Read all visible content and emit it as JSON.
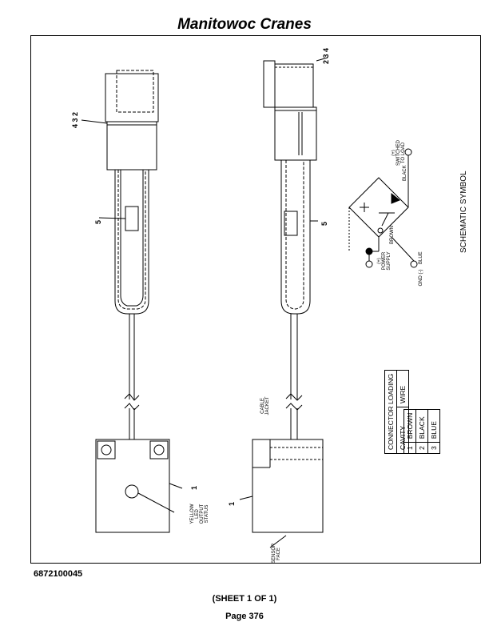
{
  "header": {
    "title": "Manitowoc Cranes"
  },
  "drawing": {
    "left_view": {
      "callout_top": [
        "4",
        "3",
        "2"
      ],
      "callout_mid": "5",
      "callout_body": "1",
      "led_label": "YELLOW LED OUTPUT STATUS"
    },
    "right_view": {
      "callout_top": [
        "2",
        "3",
        "4"
      ],
      "callout_mid": "5",
      "callout_body": "1",
      "cable_label": "CABLE JACKET",
      "sensor_label": "SENSOR FACE"
    },
    "schematic": {
      "title": "SCHEMATIC SYMBOL",
      "power_label": "(+) POWER SUPPLY",
      "brown": "BROWN",
      "black": "BLACK",
      "blue": "BLUE",
      "switched_label": "(+) SWITCHED TO LOAD",
      "gnd_label": "GND (-)"
    },
    "connector_table": {
      "title": "CONNECTOR LOADING",
      "headers": [
        "CAVITY",
        "WIRE"
      ],
      "rows": [
        [
          "1",
          "BROWN"
        ],
        [
          "2",
          "BLACK"
        ],
        [
          "3",
          "BLUE"
        ]
      ]
    }
  },
  "footer": {
    "doc_number": "6872100045",
    "sheet": "(SHEET 1 OF 1)",
    "page": "Page 376"
  }
}
